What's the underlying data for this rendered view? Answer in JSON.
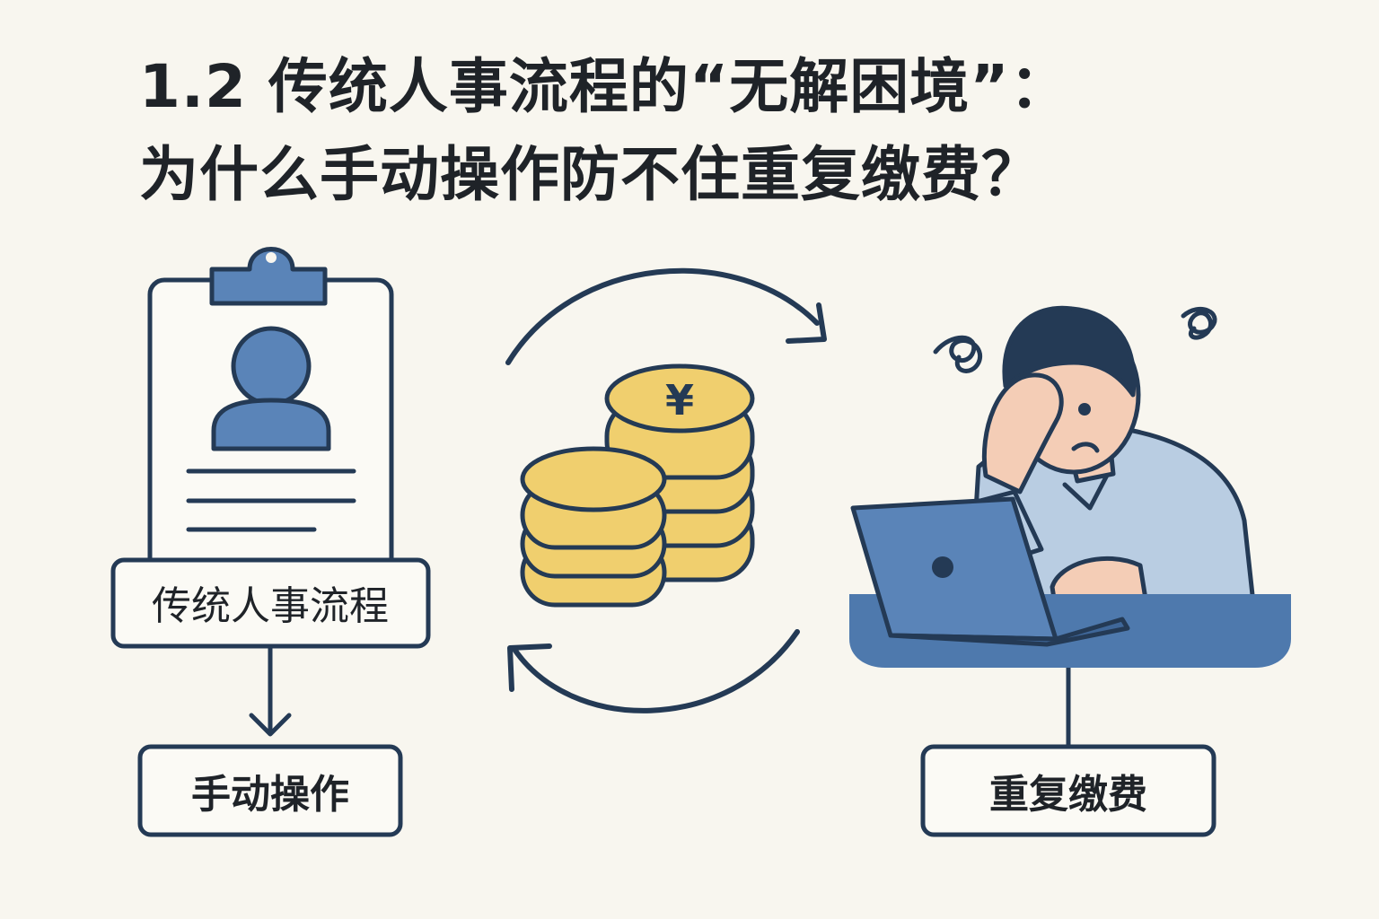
{
  "title": {
    "line1": "1.2 传统人事流程的“无解困境”：",
    "line2": "为什么手动操作防不住重复缴费？"
  },
  "labels": {
    "traditional_hr_process": "传统人事流程",
    "manual_operation": "手动操作",
    "duplicate_payment": "重复缴费"
  },
  "coin_symbol": "¥",
  "icons": [
    "clipboard-icon",
    "person-icon",
    "coin-stack-icon",
    "cycle-arrows-icon",
    "stressed-worker-icon",
    "laptop-icon"
  ],
  "colors": {
    "background": "#f8f6ef",
    "ink": "#243a55",
    "accent_blue": "#5a84b8",
    "coin_gold": "#f0cf6e",
    "shirt_blue": "#b9cde2",
    "skin": "#f4cdb6"
  }
}
